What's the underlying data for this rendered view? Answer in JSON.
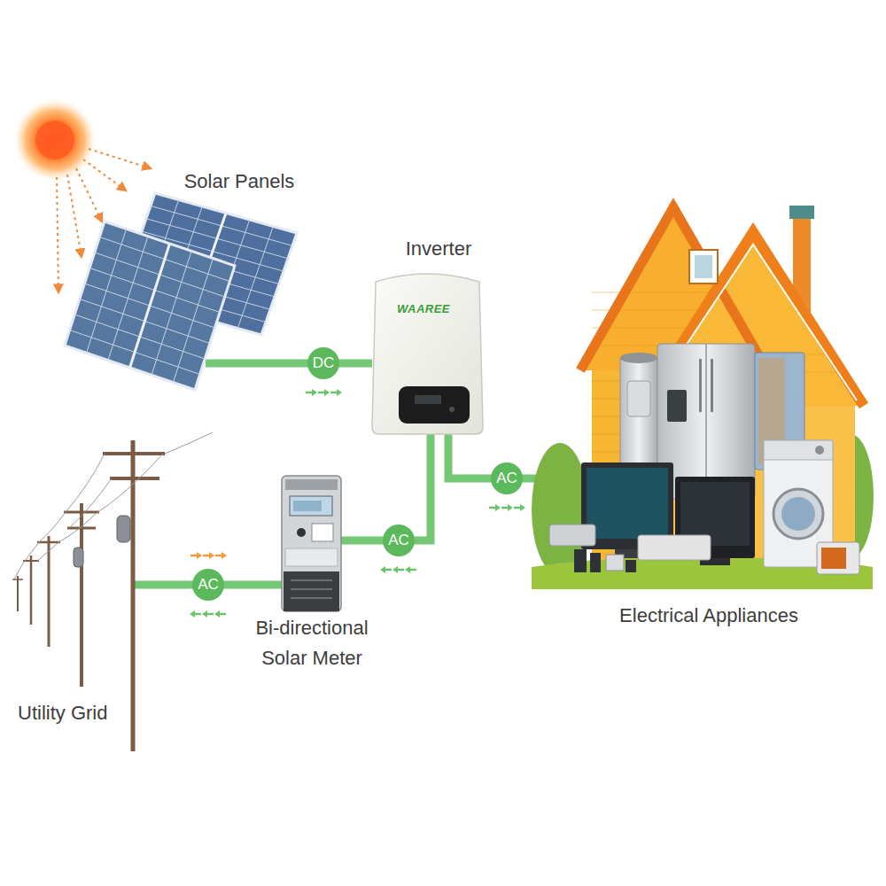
{
  "diagram": {
    "nodes": [
      {
        "text": [
          "Solar Panels"
        ]
      },
      {
        "text": [
          "Inverter",
          "WAAREE"
        ]
      },
      {
        "text": [
          "Electrical Appliances"
        ]
      },
      {
        "text": [
          "Bi-directional Solar Meter"
        ]
      },
      {
        "text": [
          "Utility Grid"
        ]
      }
    ],
    "edges": [
      {
        "from": 0,
        "to": 1,
        "label": "DC",
        "arrow": "to"
      },
      {
        "from": 1,
        "to": 2,
        "label": "AC",
        "arrow": "to"
      },
      {
        "from": 1,
        "to": 3,
        "label": "AC",
        "arrow": "to"
      },
      {
        "from": 4,
        "to": 3,
        "label": "AC",
        "arrow": "both"
      }
    ]
  }
}
